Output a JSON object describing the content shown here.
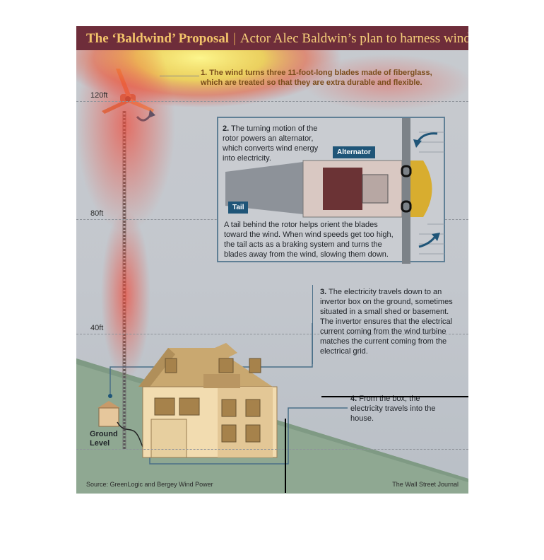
{
  "header": {
    "title": "The ‘Baldwind’ Proposal",
    "separator": "|",
    "subtitle": "Actor Alec Baldwin’s plan to harness wind"
  },
  "altitudes": [
    "120ft",
    "80ft",
    "40ft"
  ],
  "ground_label": {
    "line1": "Ground",
    "line2": "Level"
  },
  "steps": {
    "s1": {
      "num": "1.",
      "text": "The wind turns three 11-foot-long blades made of fiberglass, which are treated so that they are extra durable and flexible."
    },
    "s2": {
      "num": "2.",
      "text": "The turning motion of the rotor powers an alternator, which converts wind energy into electricity."
    },
    "s2_tail": {
      "text": "A tail behind the rotor helps orient the blades toward the wind. When wind speeds get too high, the tail acts as a braking system and turns the blades away from the wind, slowing them down."
    },
    "s3": {
      "num": "3.",
      "text": "The electricity travels down to an invertor box on the ground, sometimes situated in a small shed or basement. The invertor ensures that the electrical current coming from the wind turbine matches the current coming from the electrical grid."
    },
    "s4": {
      "num": "4.",
      "text": "From the box, the electricity travels into the house."
    }
  },
  "tags": {
    "alternator": "Alternator",
    "tail": "Tail"
  },
  "footer": {
    "source": "Source: GreenLogic and Bergey Wind Power",
    "credit": "The Wall Street Journal"
  },
  "colors": {
    "header_bg": "#6e2d3a",
    "accent_blue": "#1f5578",
    "ground": "#8fa892",
    "heat_yellow": "#fff35a",
    "heat_red": "#e8443a"
  },
  "icons": [
    "wind-turbine-icon",
    "rotation-arrow-icon",
    "house-icon",
    "invertor-box-icon",
    "wind-arrow-icon"
  ]
}
